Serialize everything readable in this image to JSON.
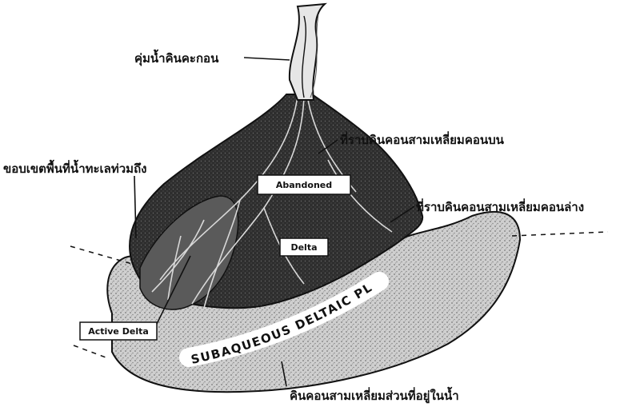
{
  "diagram": {
    "labels": {
      "river_channel": "คุ่มน้ำคินคะกอน",
      "upper_delta_plain": "ที่ราบคินคอนสามเหลี่ยมคอนบน",
      "intertidal_boundary": "ขอบเขตพื้นที่น้ำทะเลท่วมถึง",
      "lower_delta_plain": "ที่ราบคินคอนสามเหลี่ยมคอนล่าง",
      "subaqueous_thai": "คินคอนสามเหลี่ยมส่วนที่อยู่ในน้ำ"
    },
    "boxes": {
      "abandoned": "Abandoned",
      "delta": "Delta",
      "active_delta": "Active Delta"
    },
    "arc_text": "SUBAQUEOUS DELTAIC PLAIN",
    "colors": {
      "ink": "#111111",
      "delta_fill": "#3a3a3a",
      "stipple_fill": "#bdbdbd",
      "paper": "#ffffff"
    }
  }
}
